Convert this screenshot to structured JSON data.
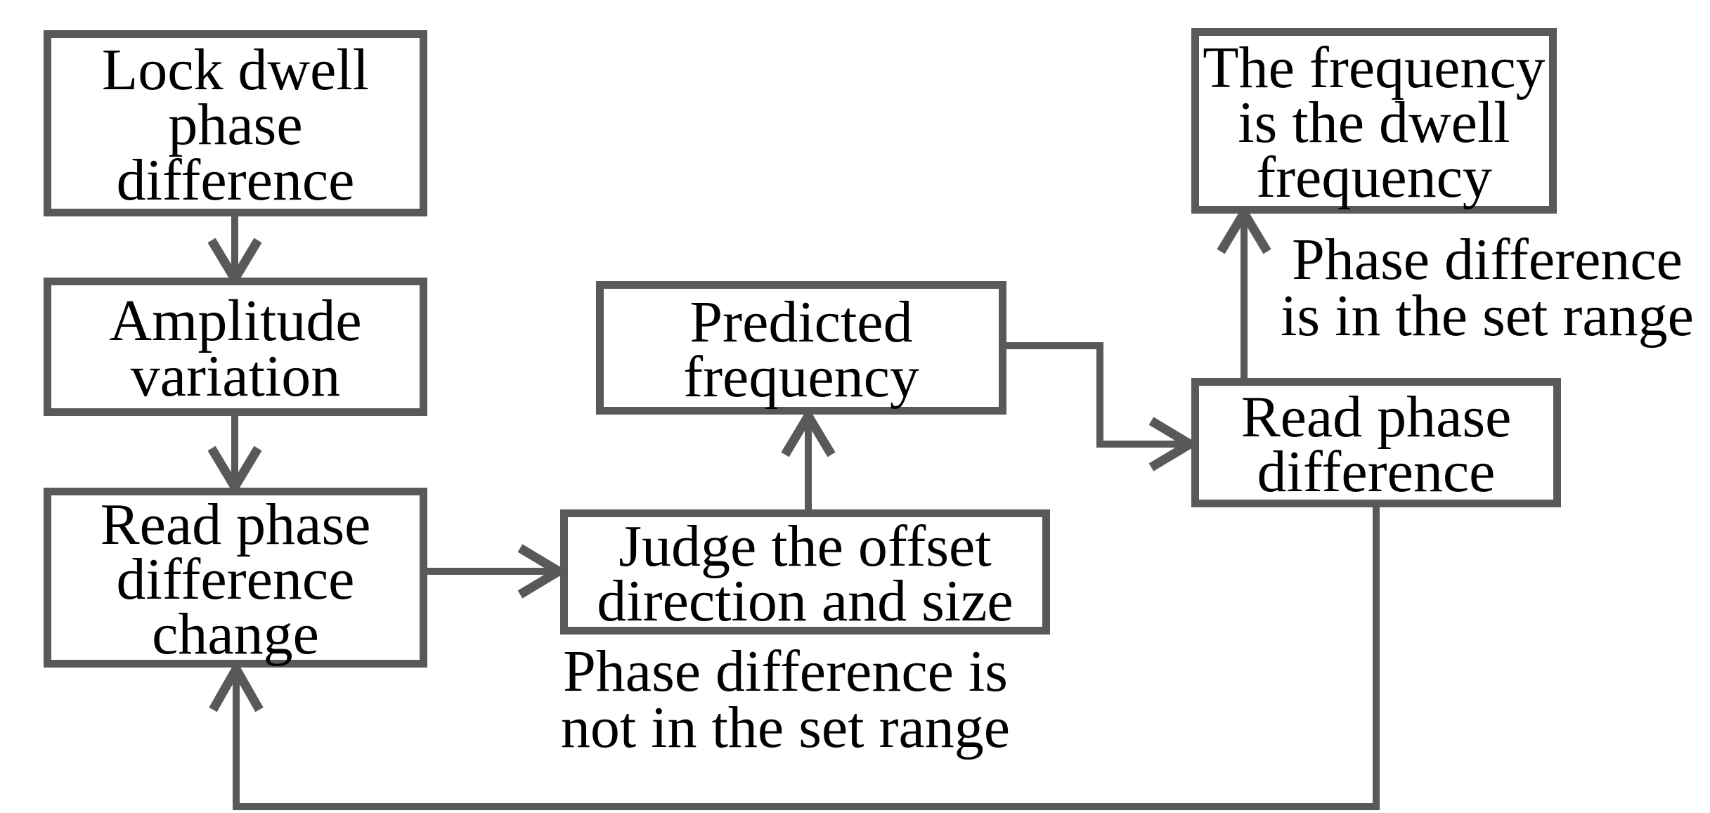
{
  "diagram": {
    "colors": {
      "background": "#ffffff",
      "line": "#59595b",
      "text": "#000000"
    },
    "boxes": {
      "lock_dwell": {
        "label": "Lock dwell\nphase\ndifference"
      },
      "amplitude_variation": {
        "label": "Amplitude\nvariation"
      },
      "read_phase_change": {
        "label": "Read phase\ndifference\nchange"
      },
      "judge_offset": {
        "label": "Judge the offset\ndirection and size"
      },
      "predicted_frequency": {
        "label": "Predicted\nfrequency"
      },
      "read_phase": {
        "label": "Read phase\ndifference"
      },
      "dwell_frequency": {
        "label": "The frequency\nis the dwell\nfrequency"
      }
    },
    "annotations": {
      "in_range": {
        "text": "Phase difference\nis in the set range"
      },
      "not_in_range": {
        "text": "Phase difference is\nnot in the set range"
      }
    },
    "edges": [
      {
        "from": "lock_dwell",
        "to": "amplitude_variation"
      },
      {
        "from": "amplitude_variation",
        "to": "read_phase_change"
      },
      {
        "from": "read_phase_change",
        "to": "judge_offset"
      },
      {
        "from": "judge_offset",
        "to": "predicted_frequency"
      },
      {
        "from": "predicted_frequency",
        "to": "read_phase"
      },
      {
        "from": "read_phase",
        "to": "dwell_frequency",
        "condition": "Phase difference is in the set range"
      },
      {
        "from": "read_phase",
        "to": "read_phase_change",
        "condition": "Phase difference is not in the set range"
      }
    ]
  }
}
